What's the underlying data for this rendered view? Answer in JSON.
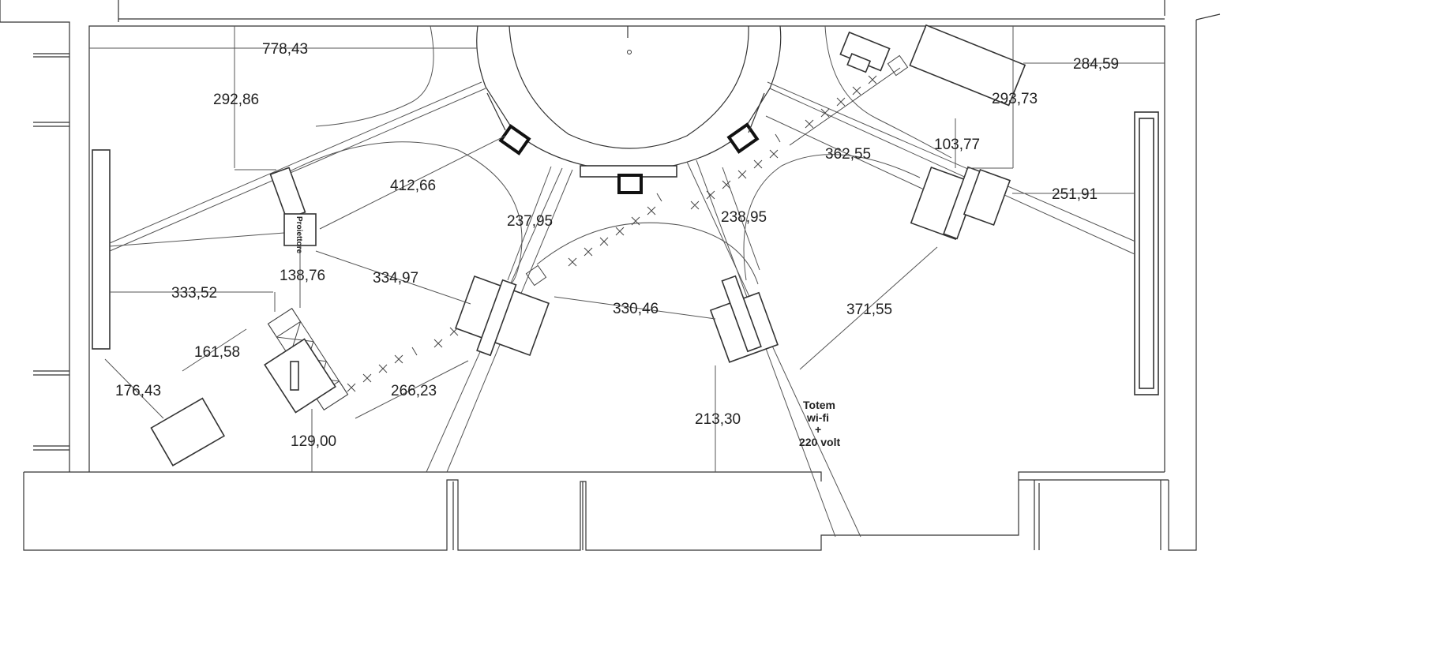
{
  "title": "",
  "dimensions": [
    {
      "id": "d1",
      "text": "778,43"
    },
    {
      "id": "d2",
      "text": "292,86"
    },
    {
      "id": "d3",
      "text": "412,66"
    },
    {
      "id": "d4",
      "text": "237,95"
    },
    {
      "id": "d5",
      "text": "238,95"
    },
    {
      "id": "d6",
      "text": "362,55"
    },
    {
      "id": "d7",
      "text": "103,77"
    },
    {
      "id": "d8",
      "text": "293,73"
    },
    {
      "id": "d9",
      "text": "284,59"
    },
    {
      "id": "d10",
      "text": "251,91"
    },
    {
      "id": "d11",
      "text": "138,76"
    },
    {
      "id": "d12",
      "text": "334,97"
    },
    {
      "id": "d13",
      "text": "333,52"
    },
    {
      "id": "d14",
      "text": "330,46"
    },
    {
      "id": "d15",
      "text": "371,55"
    },
    {
      "id": "d16",
      "text": "161,58"
    },
    {
      "id": "d17",
      "text": "176,43"
    },
    {
      "id": "d18",
      "text": "266,23"
    },
    {
      "id": "d19",
      "text": "129,00"
    },
    {
      "id": "d20",
      "text": "213,30"
    }
  ],
  "labels": {
    "totem_line1": "Totem",
    "totem_line2": "wi-fi",
    "totem_line3": "+",
    "totem_line4": "220 volt",
    "projector": "Proiettore"
  }
}
